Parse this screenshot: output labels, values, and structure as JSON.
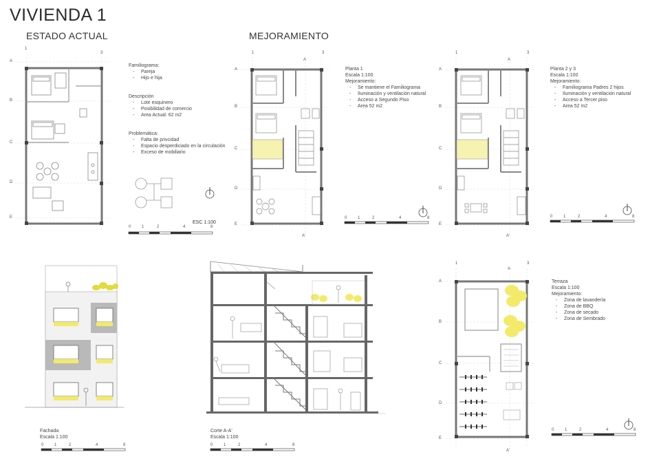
{
  "page_title": "VIVIENDA 1",
  "sections": {
    "estado_actual": "ESTADO ACTUAL",
    "mejoramiento": "MEJORAMIENTO"
  },
  "grid": {
    "rows": [
      "A",
      "B",
      "C",
      "D",
      "E"
    ],
    "cols": [
      "1",
      "3"
    ],
    "section_top": "A",
    "section_bottom": "A'"
  },
  "estado_actual": {
    "familiograma_title": "Familiograma:",
    "familiograma_items": [
      "Pareja",
      "Hijo e hija"
    ],
    "descripcion_title": "Descripción",
    "descripcion_items": [
      "Lote esquinero",
      "Posibilidad de comercio",
      "Area Actual: 62 m2"
    ],
    "problematica_title": "Problemática:",
    "problematica_items": [
      "Falta de privcidad",
      "Espacio desperdiciado en la circulación",
      "Exceso de mobiliario"
    ],
    "scale_label": "ESC 1:100"
  },
  "planta1": {
    "title": "Planta 1",
    "scale": "Escala 1:100",
    "mejoramiento_title": "Mejoramiento:",
    "items": [
      "Se mantiene el Familiograma",
      "Iluminación y ventilación natural",
      "Acceso a Segundo Piso",
      "Area 52 m2"
    ]
  },
  "planta23": {
    "title": "Planta 2 y 3",
    "scale": "Escala 1:100",
    "mejoramiento_title": "Mejoramiento:",
    "items": [
      "Familiograma Padres 2 hijos",
      "Iluminación y ventilación natural",
      "Acceso a Tercer piso",
      "Area 52 m2"
    ]
  },
  "terraza": {
    "title": "Terraza",
    "scale": "Escala 1:100",
    "mejoramiento_title": "Mejoramiento:",
    "items": [
      "Zona de lavandería",
      "Zona de BBQ",
      "Zona de secado",
      "Zona de Sembrado"
    ]
  },
  "fachada": {
    "title": "Fachada",
    "scale": "Escala 1:100"
  },
  "corte": {
    "title": "Corte A-A'",
    "scale": "Escala 1:100"
  },
  "scalebar_ticks": [
    "0",
    "1",
    "2",
    "4",
    "8"
  ],
  "colors": {
    "accent_yellow": "#f3ea6a",
    "wall": "#8a8a8a",
    "grey_panel": "#b9b9b9"
  }
}
